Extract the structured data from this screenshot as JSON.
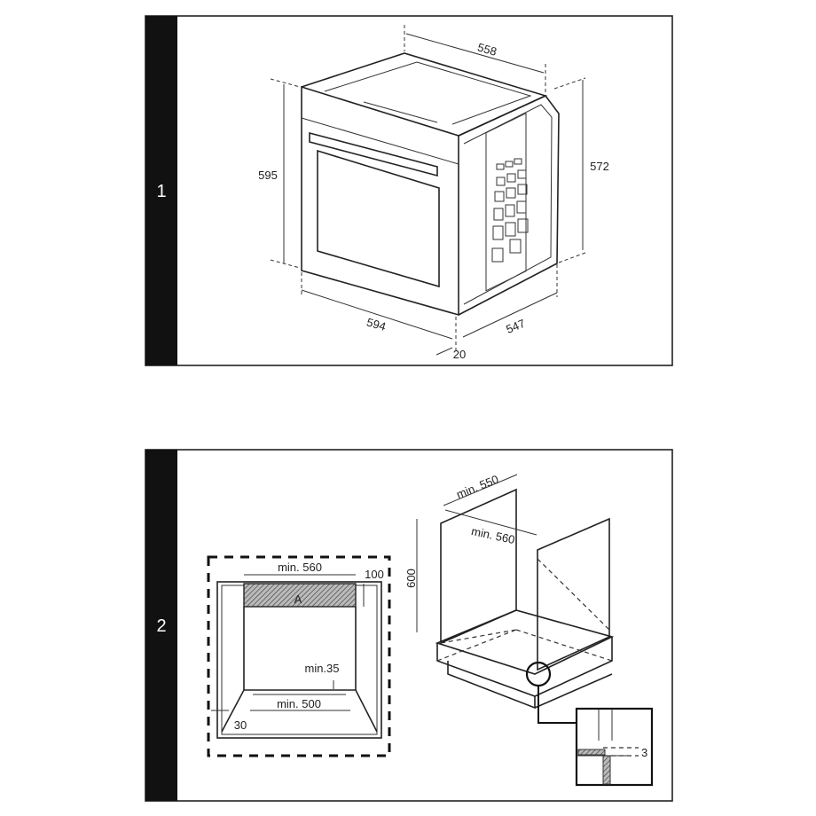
{
  "panels": [
    {
      "number": "1",
      "dimensions": {
        "depth_top": "558",
        "height_front": "595",
        "height_body": "572",
        "width_front": "594",
        "depth_body": "547",
        "front_panel": "20"
      }
    },
    {
      "number": "2",
      "front_view": {
        "width": "min. 560",
        "vent_height": "100",
        "vent_label": "A",
        "gap": "min.35",
        "floor_width": "min. 500",
        "side": "30"
      },
      "cabinet": {
        "depth": "min. 550",
        "width": "min. 560",
        "height": "600",
        "detail_gap": "3"
      }
    }
  ]
}
